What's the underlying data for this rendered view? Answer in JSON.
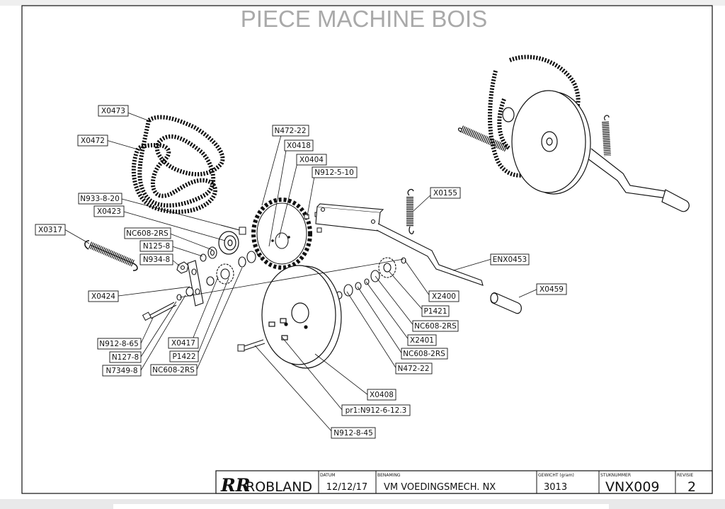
{
  "sheet": {
    "title": "PIECE MACHINE BOIS"
  },
  "parts": [
    {
      "id": "lbl-x0473",
      "text": "X0473"
    },
    {
      "id": "lbl-x0472",
      "text": "X0472"
    },
    {
      "id": "lbl-n933",
      "text": "N933-8-20"
    },
    {
      "id": "lbl-x0423",
      "text": "X0423"
    },
    {
      "id": "lbl-x0317",
      "text": "X0317"
    },
    {
      "id": "lbl-nc608-a",
      "text": "NC608-2RS"
    },
    {
      "id": "lbl-n125",
      "text": "N125-8"
    },
    {
      "id": "lbl-n934",
      "text": "N934-8"
    },
    {
      "id": "lbl-x0424",
      "text": "X0424"
    },
    {
      "id": "lbl-n912-8-65",
      "text": "N912-8-65"
    },
    {
      "id": "lbl-n127",
      "text": "N127-8"
    },
    {
      "id": "lbl-n7349",
      "text": "N7349-8"
    },
    {
      "id": "lbl-x0417",
      "text": "X0417"
    },
    {
      "id": "lbl-p1422",
      "text": "P1422"
    },
    {
      "id": "lbl-nc608-b",
      "text": "NC608-2RS"
    },
    {
      "id": "lbl-n472-top",
      "text": "N472-22"
    },
    {
      "id": "lbl-x0418",
      "text": "X0418"
    },
    {
      "id": "lbl-x0404",
      "text": "X0404"
    },
    {
      "id": "lbl-n912-5",
      "text": "N912-5-10"
    },
    {
      "id": "lbl-x0155",
      "text": "X0155"
    },
    {
      "id": "lbl-enx0453",
      "text": "ENX0453"
    },
    {
      "id": "lbl-x0459",
      "text": "X0459"
    },
    {
      "id": "lbl-x2400",
      "text": "X2400"
    },
    {
      "id": "lbl-p1421",
      "text": "P1421"
    },
    {
      "id": "lbl-nc608-c",
      "text": "NC608-2RS"
    },
    {
      "id": "lbl-x2401",
      "text": "X2401"
    },
    {
      "id": "lbl-nc608-d",
      "text": "NC608-2RS"
    },
    {
      "id": "lbl-n472-bot",
      "text": "N472-22"
    },
    {
      "id": "lbl-x0408",
      "text": "X0408"
    },
    {
      "id": "lbl-pr1",
      "text": "pr1:N912-6-12.3"
    },
    {
      "id": "lbl-n912-8-45",
      "text": "N912-8-45"
    }
  ],
  "title_block": {
    "company": "ROBLAND",
    "logo_letters": "RR",
    "datum_label": "DATUM",
    "datum": "12/12/17",
    "benaming_label": "BENAMING",
    "benaming": "VM VOEDINGSMECH. NX",
    "gewicht_label": "GEWICHT (gram)",
    "gewicht": "3013",
    "stuknummer_label": "STUKNUMMER",
    "stuknummer": "VNX009",
    "revisie_label": "REVISIE",
    "revisie": "2"
  }
}
